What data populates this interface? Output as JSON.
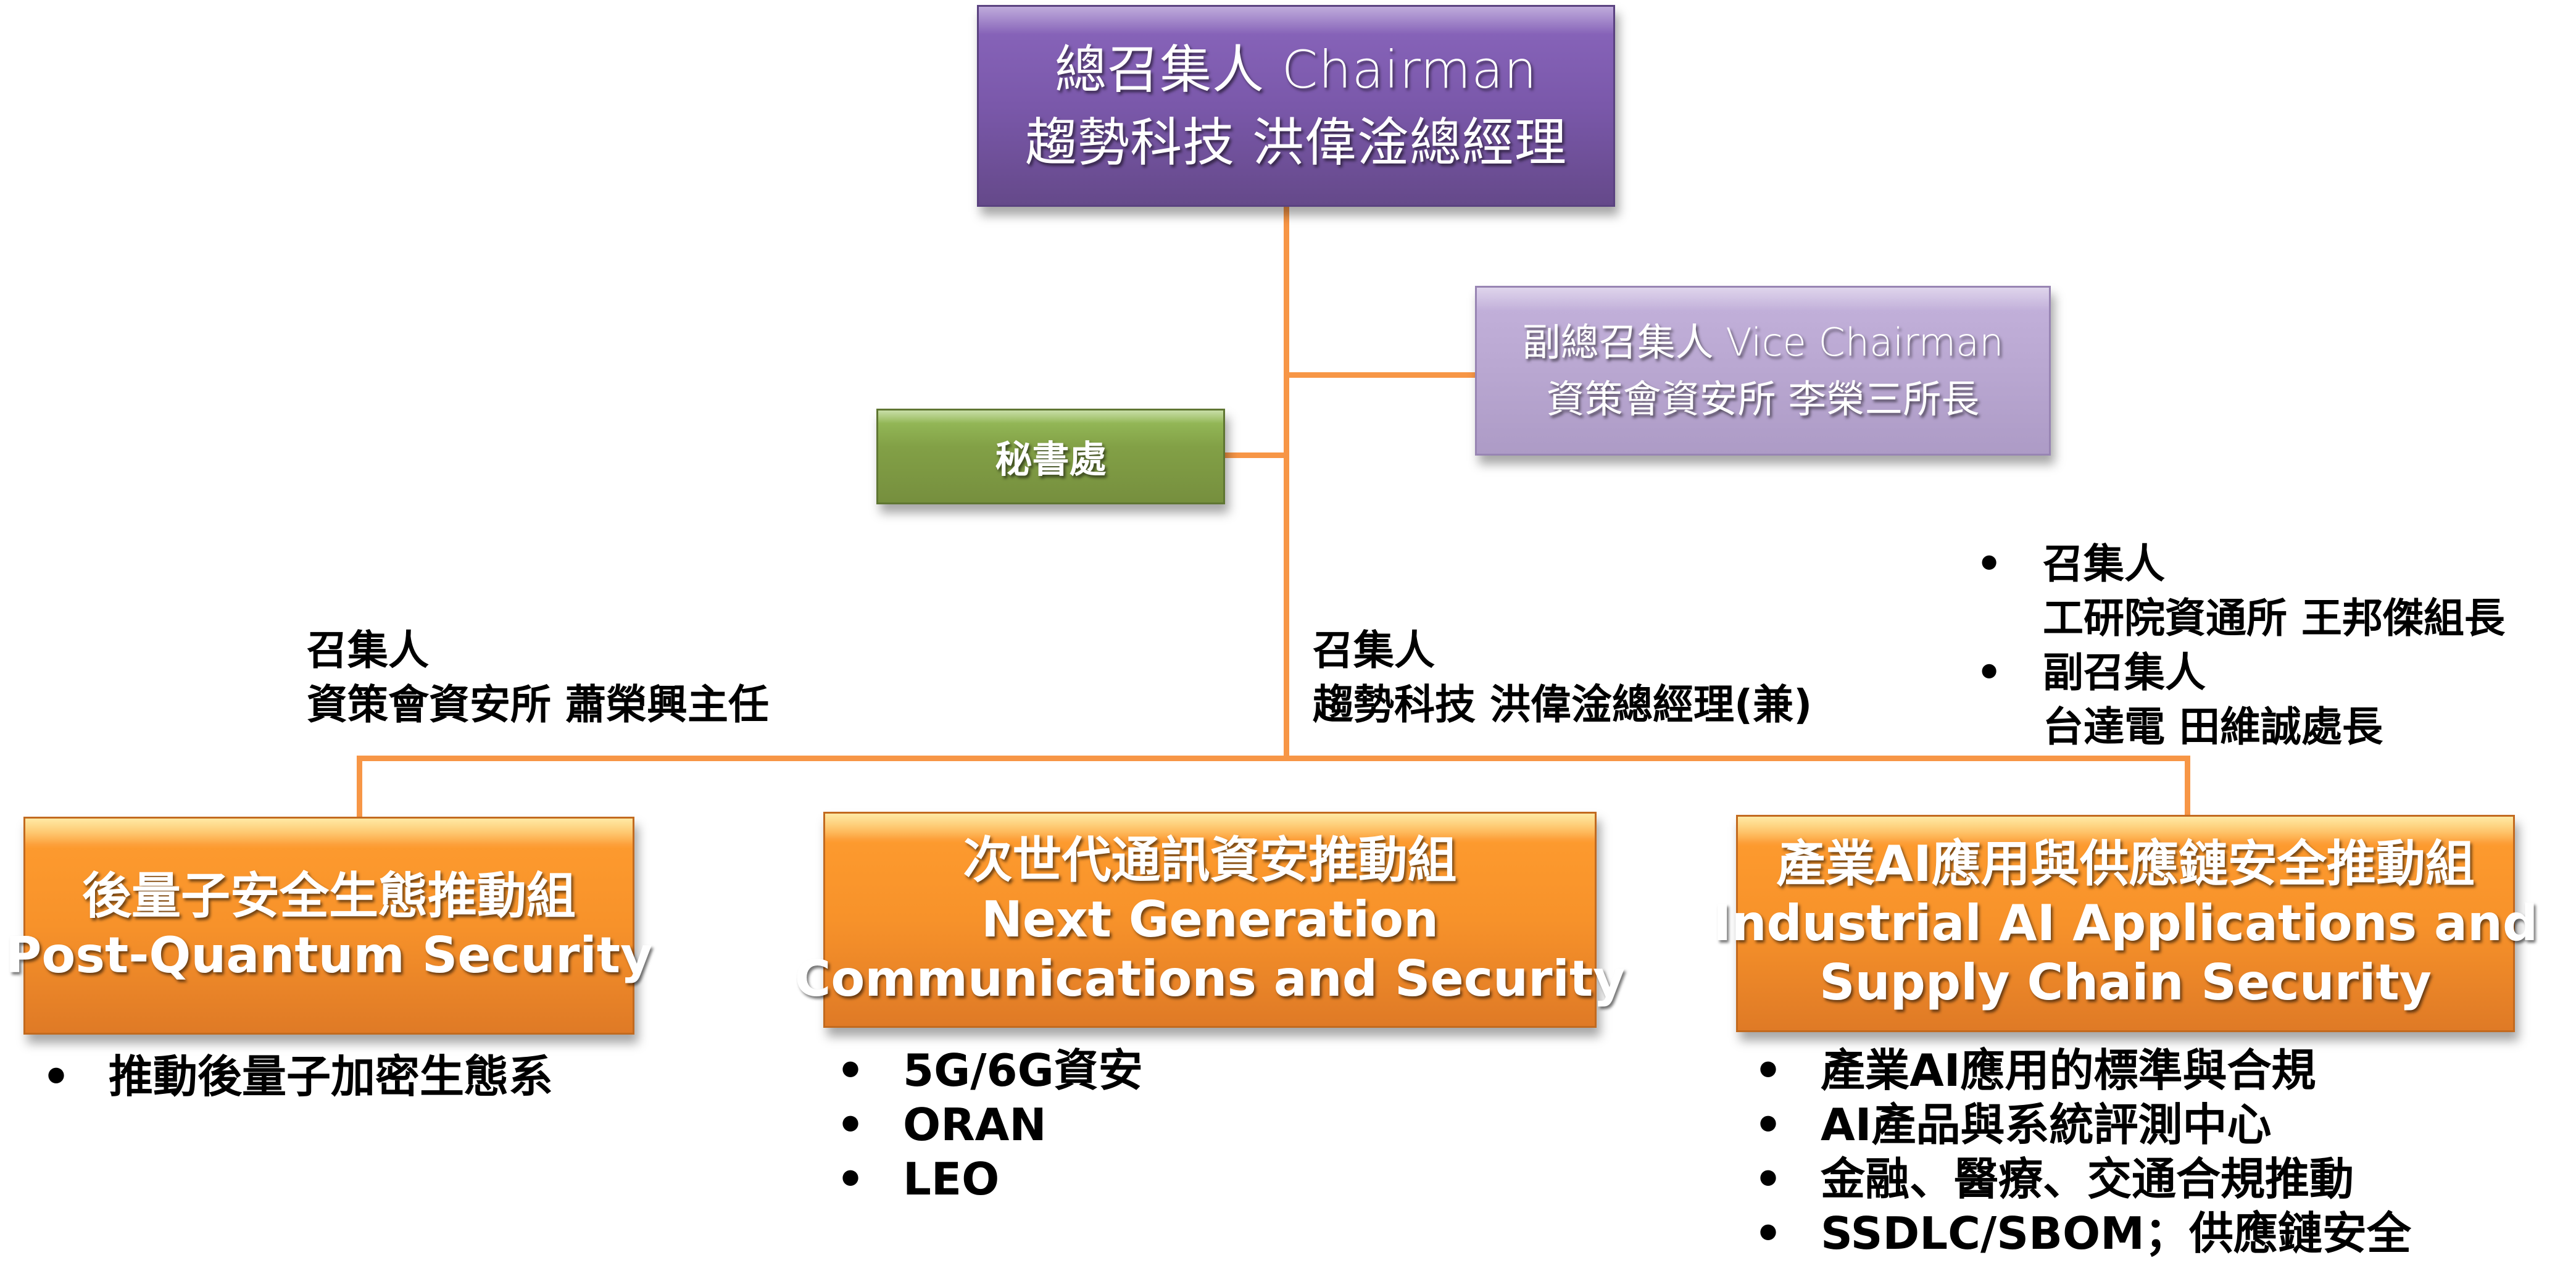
{
  "chairman": {
    "title": "總召集人 Chairman",
    "name": "趨勢科技 洪偉淦總經理",
    "color": "#7a58aa"
  },
  "vice_chairman": {
    "title": "副總召集人 Vice Chairman",
    "name": "資策會資安所 李榮三所長",
    "color": "#b9a7d1"
  },
  "secretariat": {
    "label": "秘書處",
    "color": "#82a046"
  },
  "connector_color": "#f79646",
  "groups": [
    {
      "title_zh": "後量子安全生態推動組",
      "title_en": [
        "Post-Quantum Security"
      ],
      "color": "#f7922a",
      "convenor_label": "召集人",
      "convenor": "資策會資安所 蕭榮興主任",
      "items": [
        "推動後量子加密生態系"
      ]
    },
    {
      "title_zh": "次世代通訊資安推動組",
      "title_en": [
        "Next Generation",
        "Communications and Security"
      ],
      "color": "#f7922a",
      "convenor_label": "召集人",
      "convenor": "趨勢科技 洪偉淦總經理(兼)",
      "items": [
        "5G/6G資安",
        "ORAN",
        "LEO"
      ]
    },
    {
      "title_zh": "產業AI應用與供應鏈安全推動組",
      "title_en": [
        "Industrial AI Applications and",
        "Supply Chain Security"
      ],
      "color": "#f7922a",
      "convenors": [
        {
          "label": "召集人",
          "name": "工研院資通所 王邦傑組長"
        },
        {
          "label": "副召集人",
          "name": "台達電 田維誠處長"
        }
      ],
      "items": [
        "產業AI應用的標準與合規",
        "AI產品與系統評測中心",
        "金融、醫療、交通合規推動",
        "SSDLC/SBOM；供應鏈安全"
      ]
    }
  ]
}
